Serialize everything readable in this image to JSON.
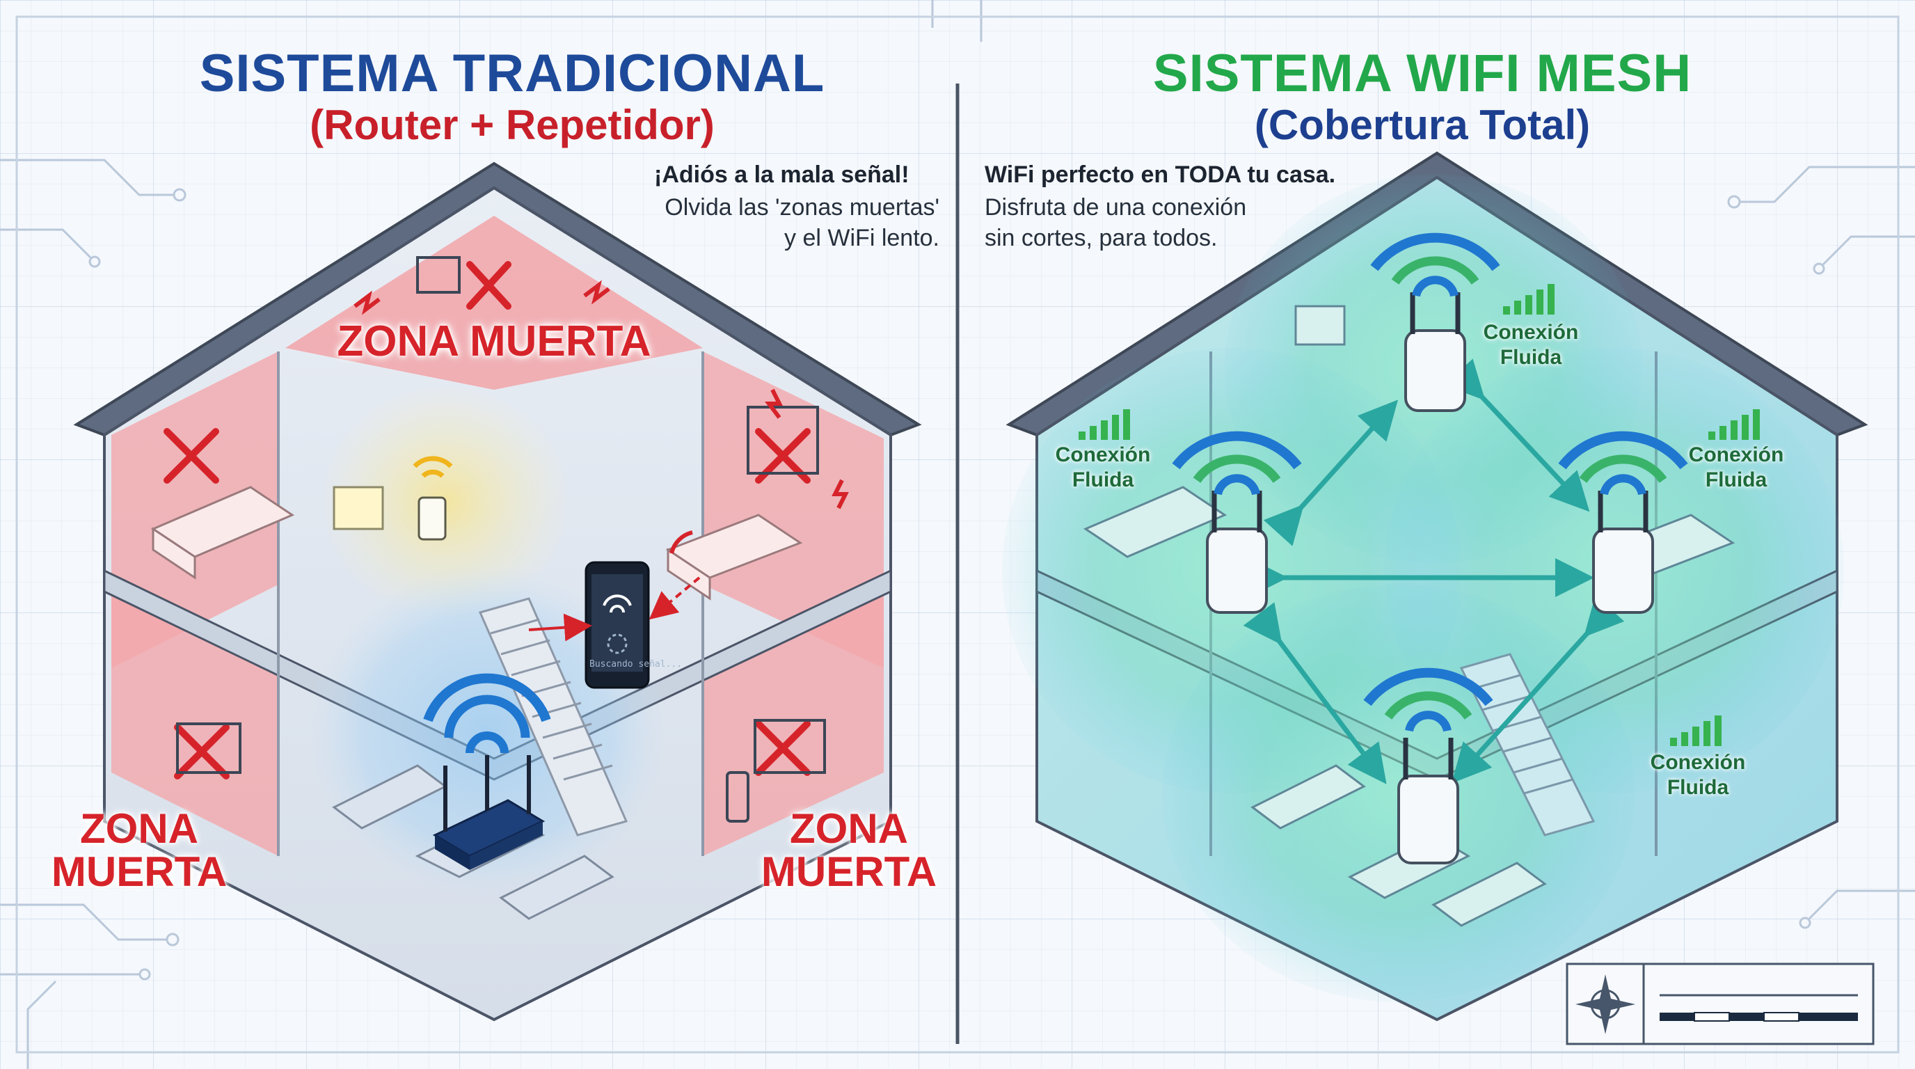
{
  "left": {
    "title": "SISTEMA TRADICIONAL",
    "subtitle": "(Router + Repetidor)",
    "lead": "¡Adiós a la mala señal!",
    "body": "Olvida las 'zonas muertas' y el WiFi lento.",
    "dead_zone_top": "ZONA MUERTA",
    "dead_zone_left": [
      "ZONA",
      "MUERTA"
    ],
    "dead_zone_right": [
      "ZONA",
      "MUERTA"
    ],
    "phone_status": "Buscando señal..."
  },
  "right": {
    "title": "SISTEMA WIFI MESH",
    "subtitle": "(Cobertura Total)",
    "lead": "WiFi perfecto en TODA tu casa.",
    "body": "Disfruta de una conexión sin cortes, para todos.",
    "flow_labels": [
      [
        "Conexión",
        "Fluida"
      ],
      [
        "Conexión",
        "Fluida"
      ],
      [
        "Conexión",
        "Fluida"
      ],
      [
        "Conexión",
        "Fluida"
      ]
    ]
  },
  "colors": {
    "traditional_title": "#1e4a9a",
    "traditional_subtitle": "#c8202a",
    "mesh_title": "#22a84a",
    "mesh_subtitle": "#1d3f8f",
    "dead_zone": "#d6232a",
    "wifi_blue": "#1f77d0",
    "mesh_green": "#4bd27a"
  },
  "icons": [
    "wifi-signal-icon",
    "red-x-icon",
    "router-icon",
    "repeater-icon",
    "mesh-node-icon",
    "signal-bars-icon",
    "compass-icon",
    "lightning-icon",
    "smartphone-icon"
  ]
}
